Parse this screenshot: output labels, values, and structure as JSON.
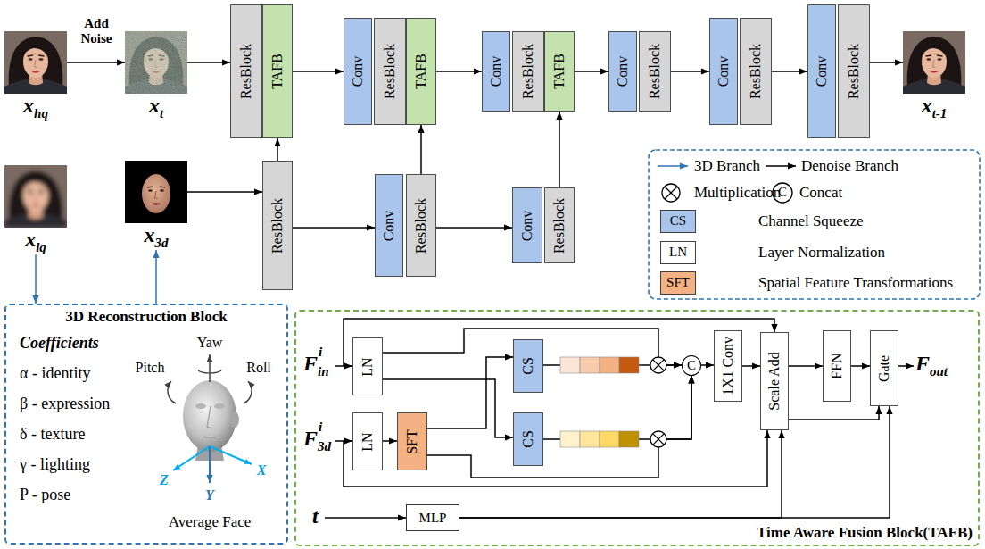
{
  "diagram": {
    "nodes": [
      {
        "text": [
          "x",
          "hq"
        ]
      },
      {
        "text": [
          "x",
          "t"
        ]
      },
      {
        "text": [
          "ResBlock"
        ]
      },
      {
        "text": [
          "TAFB"
        ]
      },
      {
        "text": [
          "Conv"
        ]
      },
      {
        "text": [
          "ResBlock"
        ]
      },
      {
        "text": [
          "TAFB"
        ]
      },
      {
        "text": [
          "Conv"
        ]
      },
      {
        "text": [
          "ResBlock"
        ]
      },
      {
        "text": [
          "TAFB"
        ]
      },
      {
        "text": [
          "Conv"
        ]
      },
      {
        "text": [
          "ResBlock"
        ]
      },
      {
        "text": [
          "Conv"
        ]
      },
      {
        "text": [
          "ResBlock"
        ]
      },
      {
        "text": [
          "Conv"
        ]
      },
      {
        "text": [
          "ResBlock"
        ]
      },
      {
        "text": [
          "x",
          "t-1"
        ]
      },
      {
        "text": [
          "x",
          "lq"
        ]
      },
      {
        "text": [
          "x",
          "3d"
        ]
      },
      {
        "text": [
          "ResBlock"
        ]
      },
      {
        "text": [
          "Conv"
        ]
      },
      {
        "text": [
          "ResBlock"
        ]
      },
      {
        "text": [
          "Conv"
        ]
      },
      {
        "text": [
          "ResBlock"
        ]
      },
      {
        "text": [
          "3D Reconstruction Block"
        ]
      },
      {
        "text": [
          "Time Aware Fusion Block(TAFB)"
        ]
      },
      {
        "text": [
          "LN"
        ],
        "in": 25
      },
      {
        "text": [
          "CS"
        ],
        "in": 25
      },
      {
        "text": [
          "C"
        ],
        "in": 25
      },
      {
        "text": [
          "1X1 Conv"
        ],
        "in": 25
      },
      {
        "text": [
          "Scale Add"
        ],
        "in": 25
      },
      {
        "text": [
          "FFN"
        ],
        "in": 25
      },
      {
        "text": [
          "Gate"
        ],
        "in": 25
      },
      {
        "text": [
          "LN"
        ],
        "in": 25
      },
      {
        "text": [
          "SFT"
        ],
        "in": 25
      },
      {
        "text": [
          "CS"
        ],
        "in": 25
      },
      {
        "text": [
          "MLP"
        ],
        "in": 25
      }
    ],
    "edges": [
      {
        "from": 0,
        "to": 1,
        "label": "Add Noise",
        "arrow": "to"
      },
      {
        "from": 1,
        "to": 2,
        "arrow": "to"
      },
      {
        "from": 3,
        "to": 4,
        "arrow": "to"
      },
      {
        "from": 6,
        "to": 7,
        "arrow": "to"
      },
      {
        "from": 9,
        "to": 10,
        "arrow": "to"
      },
      {
        "from": 11,
        "to": 12,
        "arrow": "to"
      },
      {
        "from": 13,
        "to": 14,
        "arrow": "to"
      },
      {
        "from": 15,
        "to": 16,
        "arrow": "to"
      },
      {
        "from": 17,
        "to": 24,
        "arrow": "to"
      },
      {
        "from": 24,
        "to": 18,
        "arrow": "to"
      },
      {
        "from": 18,
        "to": 19,
        "arrow": "to"
      },
      {
        "from": 19,
        "to": 3,
        "arrow": "to"
      },
      {
        "from": 19,
        "to": 20,
        "arrow": "to"
      },
      {
        "from": 21,
        "to": 6,
        "arrow": "to"
      },
      {
        "from": 21,
        "to": 22,
        "arrow": "to"
      },
      {
        "from": 23,
        "to": 9,
        "arrow": "to"
      },
      {
        "from": 26,
        "to": 35,
        "arrow": "to"
      },
      {
        "from": 34,
        "to": 27,
        "arrow": "to"
      },
      {
        "from": 26,
        "to": 28,
        "arrow": "to"
      },
      {
        "from": 27,
        "to": 28,
        "arrow": "to"
      },
      {
        "from": 34,
        "to": 28,
        "arrow": "to"
      },
      {
        "from": 35,
        "to": 28,
        "arrow": "to"
      },
      {
        "from": 33,
        "to": 34,
        "arrow": "to"
      },
      {
        "from": 28,
        "to": 29,
        "arrow": "to"
      },
      {
        "from": 29,
        "to": 30,
        "arrow": "to"
      },
      {
        "from": 30,
        "to": 31,
        "arrow": "to"
      },
      {
        "from": 31,
        "to": 32,
        "arrow": "to"
      },
      {
        "from": 30,
        "to": 32,
        "arrow": "to"
      },
      {
        "from": 36,
        "to": 30,
        "arrow": "to"
      },
      {
        "from": 36,
        "to": 32,
        "arrow": "to"
      }
    ],
    "labels": [
      "F",
      "in",
      "i",
      "F",
      "3d",
      "i",
      "t",
      "F",
      "out",
      "Coefficients",
      "α - identity",
      "β - expression",
      "δ - texture",
      "γ - lighting",
      "P - pose",
      "Yaw",
      "Pitch",
      "Roll",
      "Z",
      "Y",
      "X",
      "Average Face",
      "C",
      "CS",
      "LN",
      "SFT"
    ],
    "legend": [
      {
        "text": "3D Branch"
      },
      {
        "text": "Denoise Branch"
      },
      {
        "text": "Multiplication"
      },
      {
        "text": "Concat"
      },
      {
        "text": "Channel Squeeze",
        "color": "#a9c5eb"
      },
      {
        "text": "Layer Normalization",
        "color": "#ffffff"
      },
      {
        "text": "Spatial Feature Transformations",
        "color": "#f4b183"
      }
    ]
  }
}
